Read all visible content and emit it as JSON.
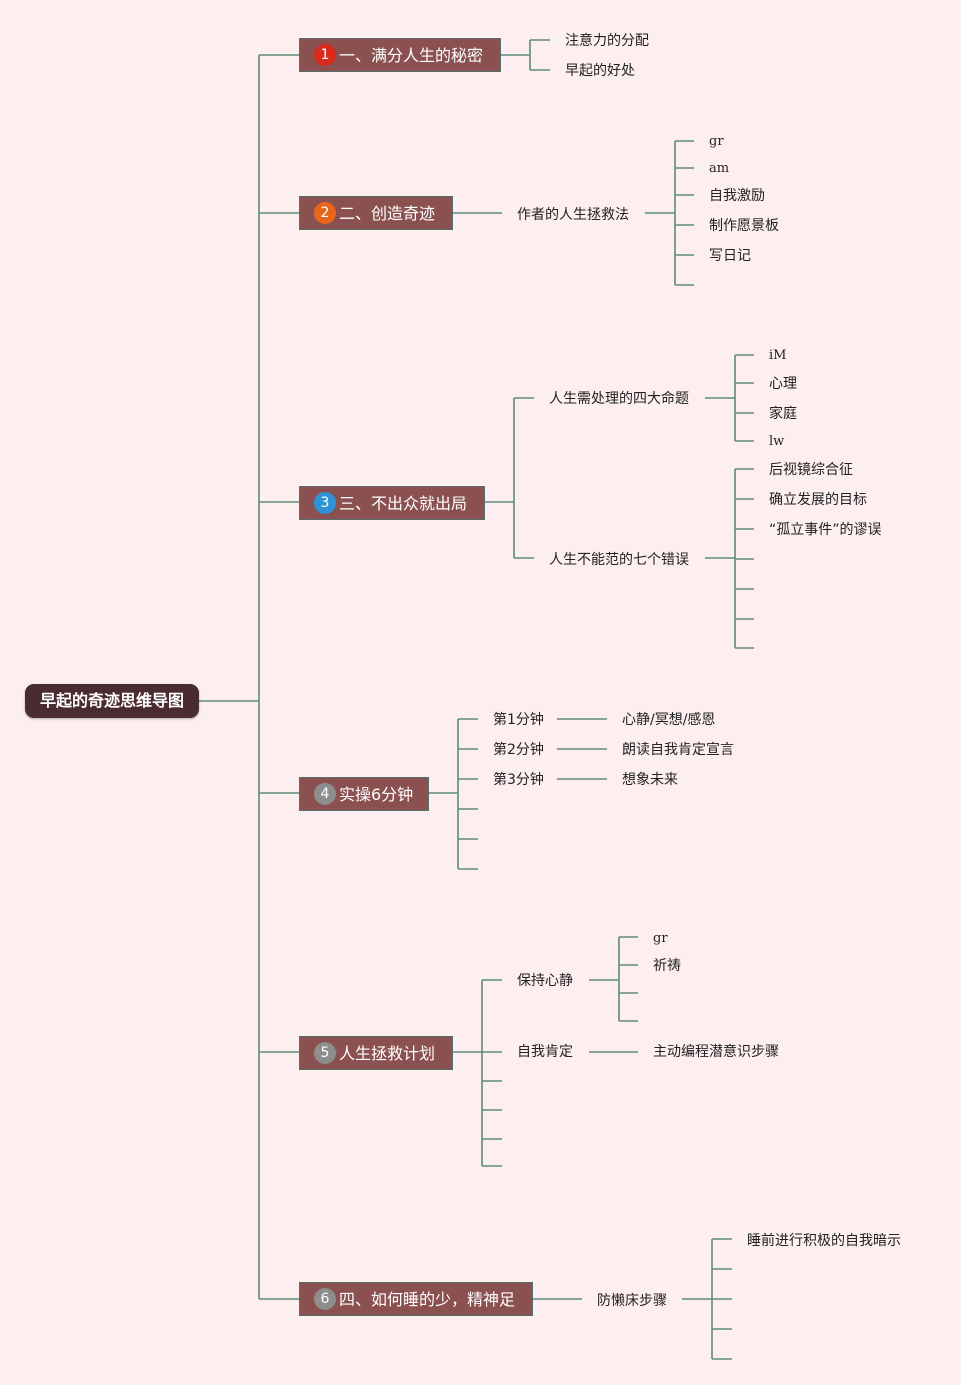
{
  "root": {
    "label": "早起的奇迹思维导图"
  },
  "branches": [
    {
      "num": "1",
      "num_color": "#d92a1c",
      "label": "一、满分人生的秘密",
      "children": [
        "注意力的分配",
        "早起的好处"
      ]
    },
    {
      "num": "2",
      "num_color": "#e8661a",
      "label": "二、创造奇迹",
      "child": "作者的人生拯救法",
      "grandchildren": [
        "gr",
        "am",
        "自我激励",
        "制作愿景板",
        "写日记"
      ]
    },
    {
      "num": "3",
      "num_color": "#2e93d6",
      "label": "三、不出众就出局",
      "child_a": "人生需处理的四大命题",
      "grandchildren_a": [
        "iM",
        "心理",
        "家庭",
        "lw"
      ],
      "child_b": "人生不能范的七个错误",
      "grandchildren_b": [
        "后视镜综合征",
        "确立发展的目标",
        "“孤立事件”的谬误"
      ]
    },
    {
      "num": "4",
      "num_color": "#8e8e8e",
      "label": "实操6分钟",
      "children": [
        "第1分钟",
        "第2分钟",
        "第3分钟"
      ],
      "details": [
        "心静/冥想/感恩",
        "朗读自我肯定宣言",
        "想象未来"
      ]
    },
    {
      "num": "5",
      "num_color": "#8e8e8e",
      "label": "人生拯救计划",
      "child_a": "保持心静",
      "grandchildren_a": [
        "gr",
        "祈祷"
      ],
      "child_b": "自我肯定",
      "grandchild_b": "主动编程潜意识步骤"
    },
    {
      "num": "6",
      "num_color": "#8e8e8e",
      "label": "四、如何睡的少，精神足",
      "child": "防懒床步骤",
      "grandchild": "睡前进行积极的自我暗示"
    }
  ]
}
